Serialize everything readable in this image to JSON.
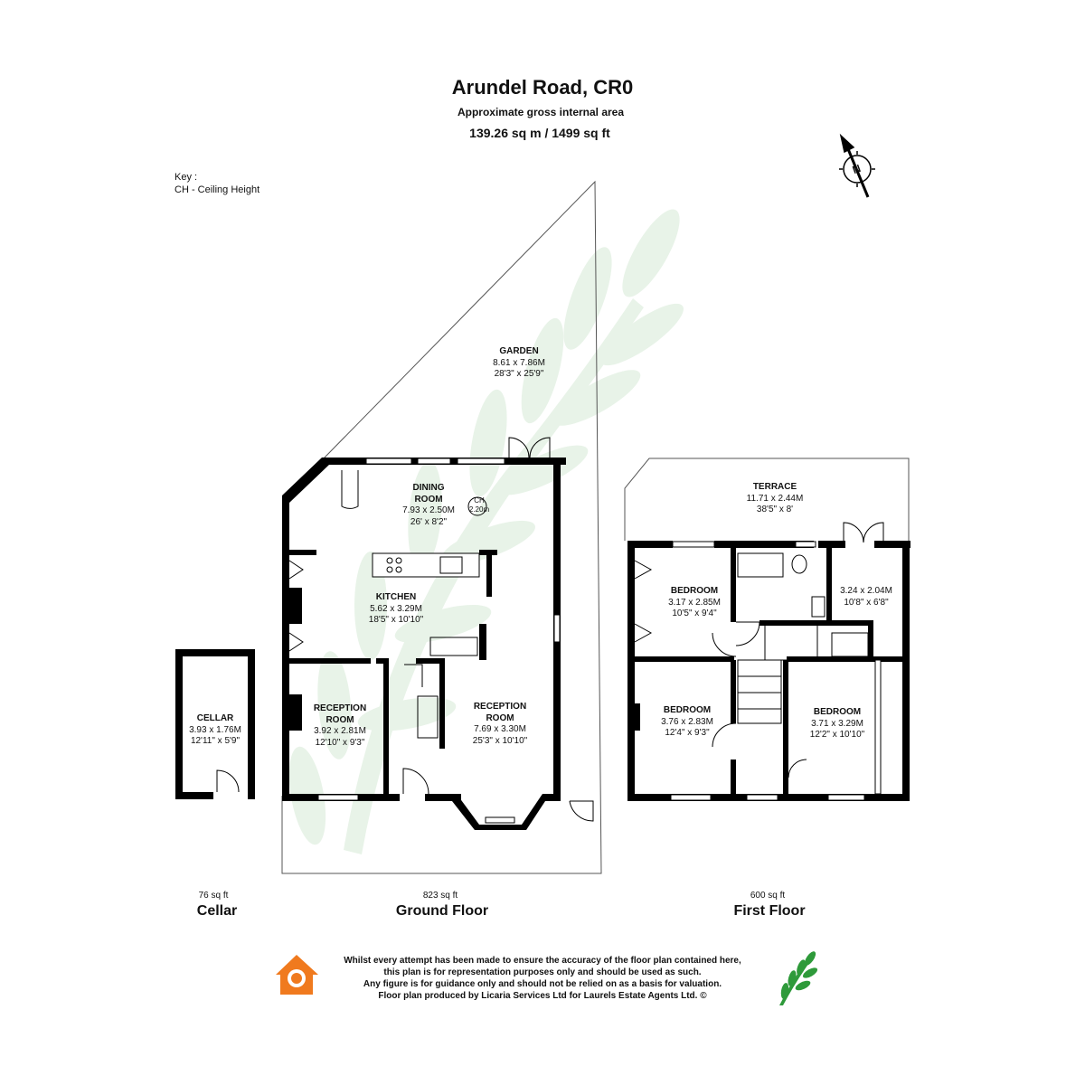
{
  "header": {
    "title": "Arundel Road, CR0",
    "subtitle": "Approximate gross internal area",
    "area": "139.26 sq m /  1499 sq ft"
  },
  "key": {
    "line1": "Key :",
    "line2": "CH - Ceiling Height"
  },
  "compass_letter": "N",
  "rooms": {
    "garden": {
      "name": "GARDEN",
      "metric": "8.61 x 7.86M",
      "imperial": "28'3\" x 25'9\""
    },
    "dining": {
      "name1": "DINING",
      "name2": "ROOM",
      "metric": "7.93 x 2.50M",
      "imperial": "26' x 8'2\""
    },
    "ceiling": {
      "label": "CH",
      "value": "2.20m"
    },
    "kitchen": {
      "name": "KITCHEN",
      "metric": "5.62 x 3.29M",
      "imperial": "18'5\" x 10'10\""
    },
    "reception1": {
      "name1": "RECEPTION",
      "name2": "ROOM",
      "metric": "3.92 x 2.81M",
      "imperial": "12'10\" x 9'3\""
    },
    "reception2": {
      "name1": "RECEPTION",
      "name2": "ROOM",
      "metric": "7.69 x 3.30M",
      "imperial": "25'3\" x 10'10\""
    },
    "cellar": {
      "name": "CELLAR",
      "metric": "3.93 x 1.76M",
      "imperial": "12'11\" x 5'9\""
    },
    "terrace": {
      "name": "TERRACE",
      "metric": "11.71 x 2.44M",
      "imperial": "38'5\" x 8'"
    },
    "bedroom1": {
      "name": "BEDROOM",
      "metric": "3.17 x 2.85M",
      "imperial": "10'5\" x 9'4\""
    },
    "room_small": {
      "metric": "3.24 x 2.04M",
      "imperial": "10'8\" x 6'8\""
    },
    "bedroom2": {
      "name": "BEDROOM",
      "metric": "3.76 x 2.83M",
      "imperial": "12'4\" x 9'3\""
    },
    "bedroom3": {
      "name": "BEDROOM",
      "metric": "3.71 x 3.29M",
      "imperial": "12'2\" x 10'10\""
    }
  },
  "floors": {
    "cellar": {
      "sqft": "76 sq ft",
      "name": "Cellar"
    },
    "ground": {
      "sqft": "823 sq ft",
      "name": "Ground Floor"
    },
    "first": {
      "sqft": "600 sq ft",
      "name": "First Floor"
    }
  },
  "disclaimer": {
    "line1": "Whilst every attempt has been made to ensure the accuracy of the floor plan contained here,",
    "line2": "this plan is for representation purposes only and should be used as such.",
    "line3": "Any figure is for guidance only and should not be relied on as a basis for valuation.",
    "line4": "Floor plan produced by Licaria Services Ltd for Laurels Estate Agents Ltd. ©"
  },
  "colors": {
    "wall": "#000000",
    "watermark": "#e6f2e6",
    "logo_orange": "#f07a1e",
    "logo_green": "#2e9a3a"
  },
  "icons": {
    "compass": "north-compass-icon",
    "house_logo": "house-logo-icon",
    "leaf_logo": "leaf-logo-icon"
  }
}
